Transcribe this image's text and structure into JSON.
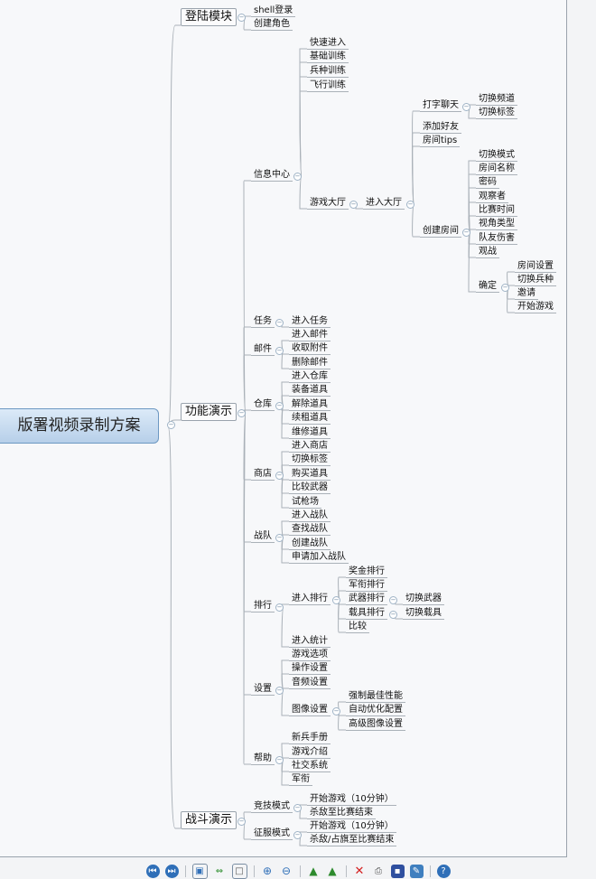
{
  "root": "版署视频录制方案",
  "login": {
    "label": "登陆模块",
    "items": [
      "shell登录",
      "创建角色"
    ]
  },
  "features": {
    "label": "功能演示",
    "info": {
      "label": "信息中心",
      "items": [
        "快速进入",
        "基础训练",
        "兵种训练",
        "飞行训练"
      ],
      "lobby": {
        "label": "游戏大厅",
        "enter": {
          "label": "进入大厅",
          "chat": {
            "label": "打字聊天",
            "items": [
              "切换频道",
              "切换标签"
            ]
          },
          "add_friend": "添加好友",
          "room_tips": "房间tips",
          "create_room": {
            "label": "创建房间",
            "items": [
              "切换模式",
              "房间名称",
              "密码",
              "观察者",
              "比赛时间",
              "视角类型",
              "队友伤害",
              "观战"
            ],
            "confirm": {
              "label": "确定",
              "items": [
                "房间设置",
                "切换兵种",
                "邀请",
                "开始游戏"
              ]
            }
          }
        }
      }
    },
    "task": {
      "label": "任务",
      "items": [
        "进入任务"
      ]
    },
    "mail": {
      "label": "邮件",
      "items": [
        "进入邮件",
        "收取附件",
        "删除邮件"
      ]
    },
    "warehouse": {
      "label": "仓库",
      "items": [
        "进入仓库",
        "装备道具",
        "解除道具",
        "续租道具",
        "维修道具"
      ]
    },
    "shop": {
      "label": "商店",
      "items": [
        "进入商店",
        "切换标签",
        "购买道具",
        "比较武器",
        "试枪场"
      ]
    },
    "team": {
      "label": "战队",
      "items": [
        "进入战队",
        "查找战队",
        "创建战队",
        "申请加入战队"
      ]
    },
    "rank": {
      "label": "排行",
      "enter": {
        "label": "进入排行",
        "items": [
          "奖金排行",
          "军衔排行",
          "武器排行",
          "载具排行",
          "比较"
        ],
        "weapon_sub": "切换武器",
        "vehicle_sub": "切换载具"
      },
      "stats": "进入统计"
    },
    "settings": {
      "label": "设置",
      "items": [
        "游戏选项",
        "操作设置",
        "音频设置"
      ],
      "graphics": {
        "label": "图像设置",
        "items": [
          "强制最佳性能",
          "自动优化配置",
          "高级图像设置"
        ]
      }
    },
    "help": {
      "label": "帮助",
      "items": [
        "新兵手册",
        "游戏介绍",
        "社交系统",
        "军衔"
      ]
    }
  },
  "battle": {
    "label": "战斗演示",
    "arena": {
      "label": "竞技模式",
      "items": [
        "开始游戏（10分钟）",
        "杀敌至比赛结束"
      ]
    },
    "conquest": {
      "label": "征服模式",
      "items": [
        "开始游戏（10分钟）",
        "杀敌/占旗至比赛结束"
      ]
    }
  },
  "toolbar": {
    "icons": [
      "first-page-icon",
      "last-page-icon",
      "fit-page-icon",
      "fit-width-icon",
      "actual-size-icon",
      "zoom-in-icon",
      "zoom-out-icon",
      "rotate-left-icon",
      "rotate-right-icon",
      "delete-icon",
      "print-icon",
      "save-icon",
      "edit-icon",
      "help-icon"
    ]
  }
}
